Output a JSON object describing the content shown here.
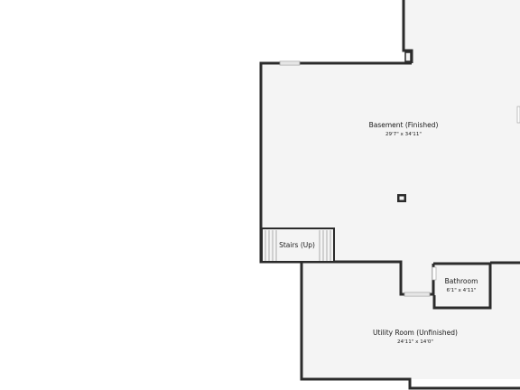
{
  "floor_plan": {
    "rooms": [
      {
        "id": "basement",
        "name": "Basement (Finished)",
        "dimensions": "29'7\" x 34'11\""
      },
      {
        "id": "stairs",
        "name": "Stairs (Up)",
        "dimensions": ""
      },
      {
        "id": "bathroom",
        "name": "Bathroom",
        "dimensions": "6'1\" x 4'11\""
      },
      {
        "id": "utility",
        "name": "Utility Room (Unfinished)",
        "dimensions": "24'11\" x 14'0\""
      }
    ]
  },
  "colors": {
    "wall": "#2b2b2b",
    "floor": "#f4f4f4",
    "background": "#ffffff",
    "stair_lines": "#9a9a9a",
    "door_opening": "#ffffff"
  }
}
